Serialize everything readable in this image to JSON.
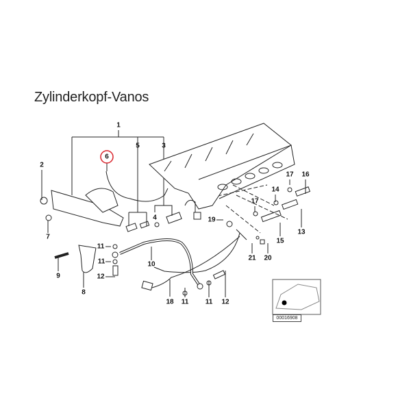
{
  "title": "Zylinderkopf-Vanos",
  "highlight_color": "#d9222a",
  "callouts": [
    "1",
    "2",
    "3",
    "5",
    "6",
    "7",
    "4",
    "9",
    "8",
    "11",
    "11",
    "12",
    "10",
    "18",
    "11",
    "11",
    "12",
    "19",
    "17",
    "16",
    "14",
    "17",
    "13",
    "15",
    "21",
    "20"
  ],
  "inset": {
    "code": "00016908"
  }
}
